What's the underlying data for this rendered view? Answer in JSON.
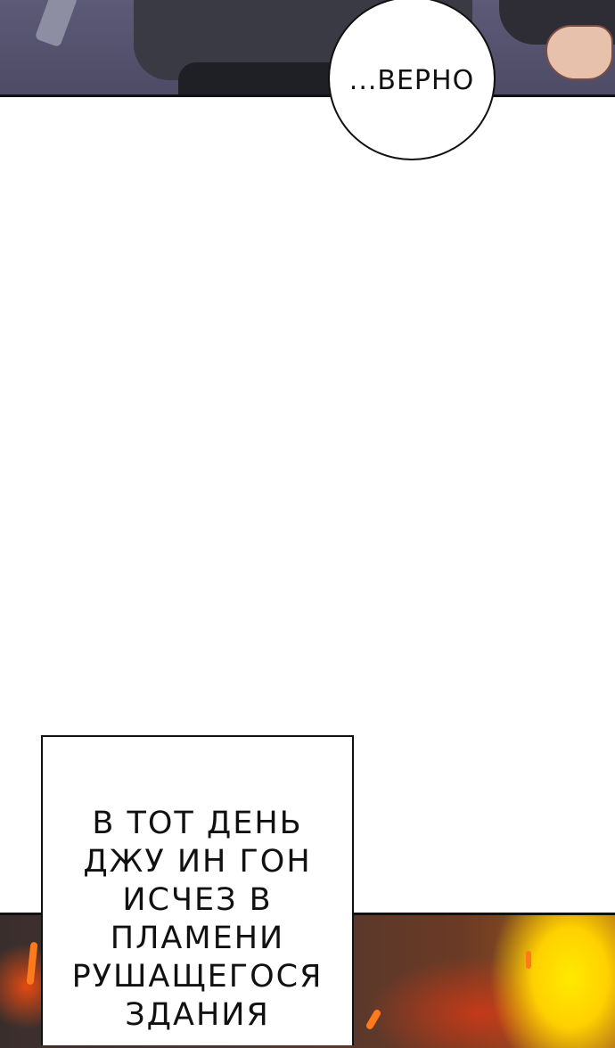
{
  "top_panel": {
    "bubble_text": "...ВЕРНО"
  },
  "caption": {
    "lines": [
      "В ТОТ ДЕНЬ",
      "ДЖУ ИН ГОН",
      "ИСЧЕЗ В",
      "ПЛАМЕНИ",
      "РУШАЩЕГОСЯ",
      "ЗДАНИЯ"
    ]
  },
  "colors": {
    "top_panel_bg": "#5c5a76",
    "fire_yellow": "#ffea00",
    "fire_red": "#c43a1a"
  }
}
